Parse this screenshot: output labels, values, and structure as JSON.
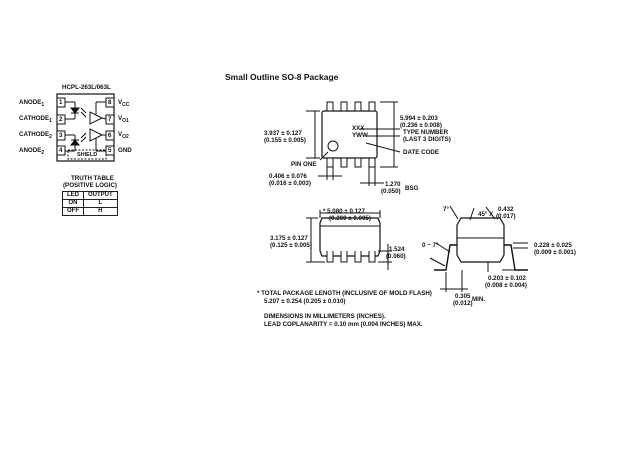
{
  "package_title": "Small Outline SO-8 Package",
  "device": {
    "part_label": "HCPL-263L/063L",
    "pins_left": [
      {
        "name": "ANODE",
        "sub": "1",
        "num": "1"
      },
      {
        "name": "CATHODE",
        "sub": "1",
        "num": "2"
      },
      {
        "name": "CATHODE",
        "sub": "2",
        "num": "3"
      },
      {
        "name": "ANODE",
        "sub": "2",
        "num": "4"
      }
    ],
    "pins_right": [
      {
        "num": "8",
        "name": "V",
        "sub": "CC"
      },
      {
        "num": "7",
        "name": "V",
        "sub": "O1"
      },
      {
        "num": "6",
        "name": "V",
        "sub": "O2"
      },
      {
        "num": "5",
        "name": "GND",
        "sub": ""
      }
    ],
    "shield_label": "SHIELD"
  },
  "truth_table": {
    "title_line1": "TRUTH TABLE",
    "title_line2": "(POSITIVE LOGIC)",
    "headers": [
      "LED",
      "OUTPUT"
    ],
    "rows": [
      [
        "ON",
        "L"
      ],
      [
        "OFF",
        "H"
      ]
    ]
  },
  "top_view": {
    "width_dim": "5.994 ± 0.203",
    "width_dim_in": "(0.236 ± 0.008)",
    "height_dim": "3.937 ± 0.127",
    "height_dim_in": "(0.155 ± 0.005)",
    "marking_1": "XXX",
    "marking_2": "YWW",
    "type_number_1": "TYPE NUMBER",
    "type_number_2": "(LAST 3 DIGITS)",
    "date_code": "DATE CODE",
    "pin_one": "PIN ONE",
    "lead_width": "0.406 ± 0.076",
    "lead_width_in": "(0.016 ± 0.003)",
    "pitch": "1.270",
    "pitch_in": "(0.050)",
    "bsg": "BSG"
  },
  "side_view": {
    "length_dim": "* 5.080 ± 0.127",
    "length_dim_in": "(0.200 ± 0.005)",
    "height_dim": "3.175 ± 0.127",
    "height_dim_in": "(0.125 ± 0.005)",
    "lead_height": "1.524",
    "lead_height_in": "(0.060)"
  },
  "end_view": {
    "angle_top": "7°",
    "chamfer": "45° X",
    "chamfer_val": "0.432",
    "chamfer_val_in": "(0.017)",
    "angle_range": "0 ~ 7°",
    "lead_thk": "0.228 ± 0.025",
    "lead_thk_in": "(0.009 ± 0.001)",
    "standoff": "0.203 ± 0.102",
    "standoff_in": "(0.008 ± 0.004)",
    "foot": "0.305",
    "foot_in": "(0.012)",
    "min": "MIN."
  },
  "notes": {
    "star_note": "*  TOTAL PACKAGE LENGTH (INCLUSIVE OF MOLD FLASH)",
    "star_note_val": "5.207 ± 0.254 (0.205 ± 0.010)",
    "dims_note": "DIMENSIONS IN MILLIMETERS (INCHES).",
    "coplanarity": "LEAD COPLANARITY = 0.10 mm (0.004 INCHES) MAX."
  }
}
